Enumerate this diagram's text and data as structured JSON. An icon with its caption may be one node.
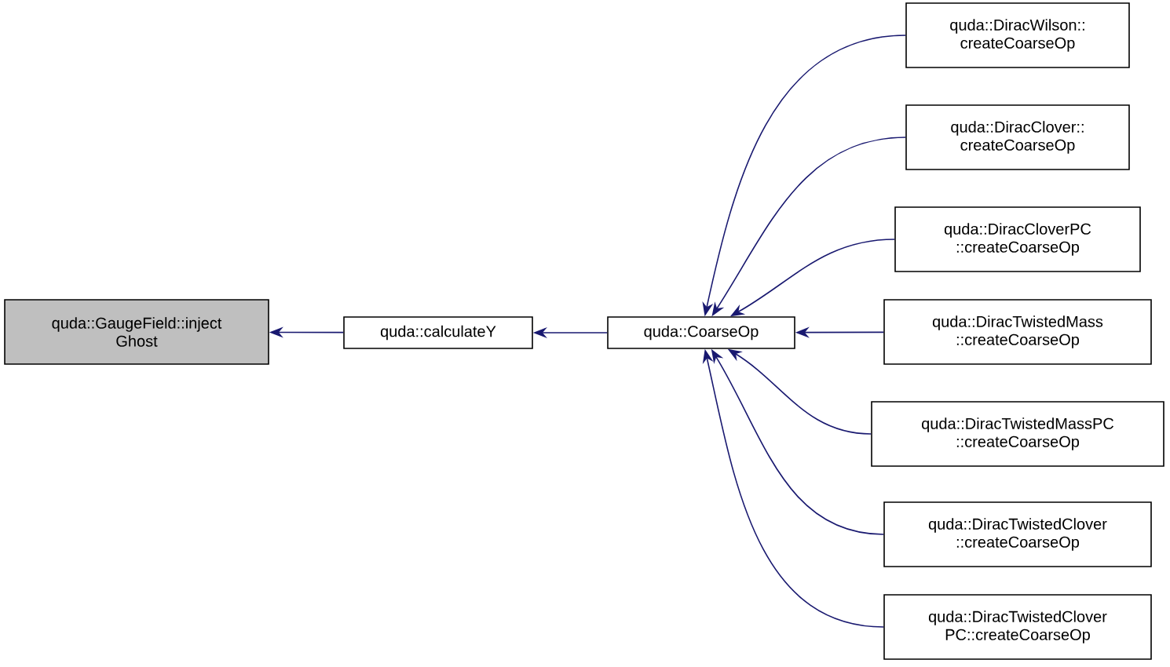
{
  "diagram": {
    "nodes": [
      {
        "text": [
          "quda::GaugeField::inject Ghost"
        ]
      },
      {
        "text": [
          "quda::calculateY"
        ]
      },
      {
        "text": [
          "quda::CoarseOp"
        ]
      },
      {
        "text": [
          "quda::DiracWilson:: createCoarseOp"
        ]
      },
      {
        "text": [
          "quda::DiracClover:: createCoarseOp"
        ]
      },
      {
        "text": [
          "quda::DiracCloverPC ::createCoarseOp"
        ]
      },
      {
        "text": [
          "quda::DiracTwistedMass ::createCoarseOp"
        ]
      },
      {
        "text": [
          "quda::DiracTwistedMassPC ::createCoarseOp"
        ]
      },
      {
        "text": [
          "quda::DiracTwistedClover ::createCoarseOp"
        ]
      },
      {
        "text": [
          "quda::DiracTwistedClover PC::createCoarseOp"
        ]
      }
    ],
    "edges": [
      {
        "from": 1,
        "to": 0,
        "arrow": "to"
      },
      {
        "from": 2,
        "to": 1,
        "arrow": "to"
      },
      {
        "from": 3,
        "to": 2,
        "arrow": "to"
      },
      {
        "from": 4,
        "to": 2,
        "arrow": "to"
      },
      {
        "from": 5,
        "to": 2,
        "arrow": "to"
      },
      {
        "from": 6,
        "to": 2,
        "arrow": "to"
      },
      {
        "from": 7,
        "to": 2,
        "arrow": "to"
      },
      {
        "from": 8,
        "to": 2,
        "arrow": "to"
      },
      {
        "from": 9,
        "to": 2,
        "arrow": "to"
      }
    ]
  }
}
